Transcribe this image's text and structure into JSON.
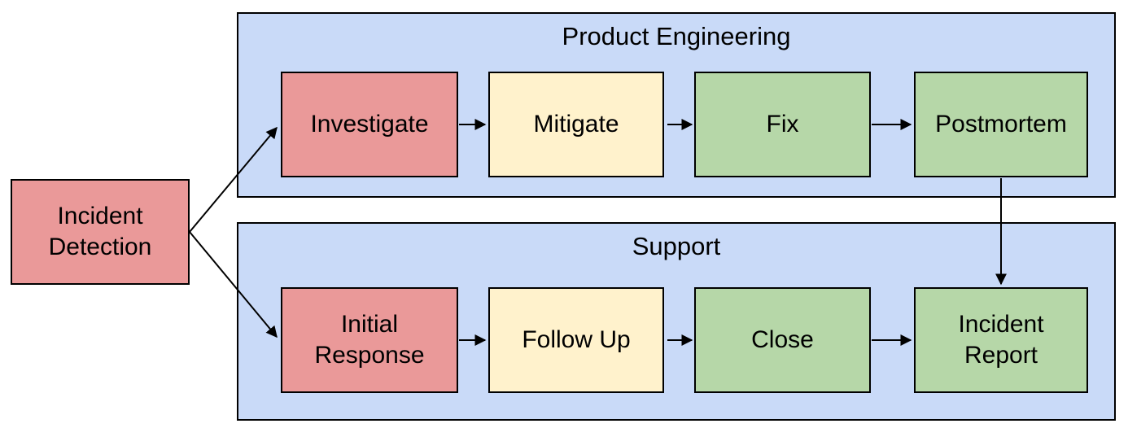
{
  "diagram": {
    "colors": {
      "red": "#ea9999",
      "yellow": "#fff2cc",
      "green": "#b6d7a8",
      "lane": "#c9daf8",
      "border": "#000000",
      "text": "#000000",
      "background": "#ffffff"
    },
    "start_node": {
      "id": "incident-detection",
      "label": "Incident\nDetection",
      "color": "red"
    },
    "lanes": [
      {
        "id": "product-engineering",
        "title": "Product Engineering",
        "nodes": [
          {
            "id": "investigate",
            "label": "Investigate",
            "color": "red"
          },
          {
            "id": "mitigate",
            "label": "Mitigate",
            "color": "yellow"
          },
          {
            "id": "fix",
            "label": "Fix",
            "color": "green"
          },
          {
            "id": "postmortem",
            "label": "Postmortem",
            "color": "green"
          }
        ]
      },
      {
        "id": "support",
        "title": "Support",
        "nodes": [
          {
            "id": "initial-response",
            "label": "Initial\nResponse",
            "color": "red"
          },
          {
            "id": "follow-up",
            "label": "Follow Up",
            "color": "yellow"
          },
          {
            "id": "close",
            "label": "Close",
            "color": "green"
          },
          {
            "id": "incident-report",
            "label": "Incident\nReport",
            "color": "green"
          }
        ]
      }
    ],
    "edges": [
      {
        "from": "incident-detection",
        "to": "investigate"
      },
      {
        "from": "incident-detection",
        "to": "initial-response"
      },
      {
        "from": "investigate",
        "to": "mitigate"
      },
      {
        "from": "mitigate",
        "to": "fix"
      },
      {
        "from": "fix",
        "to": "postmortem"
      },
      {
        "from": "initial-response",
        "to": "follow-up"
      },
      {
        "from": "follow-up",
        "to": "close"
      },
      {
        "from": "close",
        "to": "incident-report"
      },
      {
        "from": "postmortem",
        "to": "incident-report"
      }
    ]
  }
}
